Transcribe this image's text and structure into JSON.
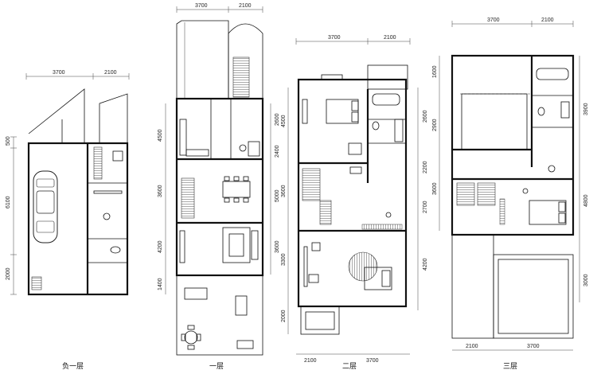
{
  "plans": [
    {
      "id": "basement",
      "caption": "负一层",
      "top_dims": [
        "3700",
        "2100"
      ],
      "side_dims": [
        "500",
        "6100",
        "2000"
      ]
    },
    {
      "id": "first",
      "caption": "一层",
      "top_dims": [
        "3700",
        "2100"
      ],
      "side_dims_left": [
        "4500",
        "3600",
        "4200",
        "1400"
      ],
      "side_dims_right": [
        "2600",
        "2400",
        "5000",
        "3600"
      ]
    },
    {
      "id": "second",
      "caption": "二层",
      "top_dims": [
        "3700",
        "2100"
      ],
      "side_dims_left": [
        "4500",
        "3600",
        "3300",
        "2000"
      ],
      "side_dims_right": [
        "2600",
        "2200",
        "2700",
        "4200"
      ],
      "bottom_dims": [
        "2100",
        "3700"
      ]
    },
    {
      "id": "third",
      "caption": "三层",
      "top_dims": [
        "3700",
        "2100"
      ],
      "side_dims_left": [
        "1600",
        "2900",
        "3600"
      ],
      "side_dims_right": [
        "3900",
        "4800",
        "3000"
      ],
      "bottom_dims": [
        "2100",
        "3700"
      ]
    }
  ]
}
